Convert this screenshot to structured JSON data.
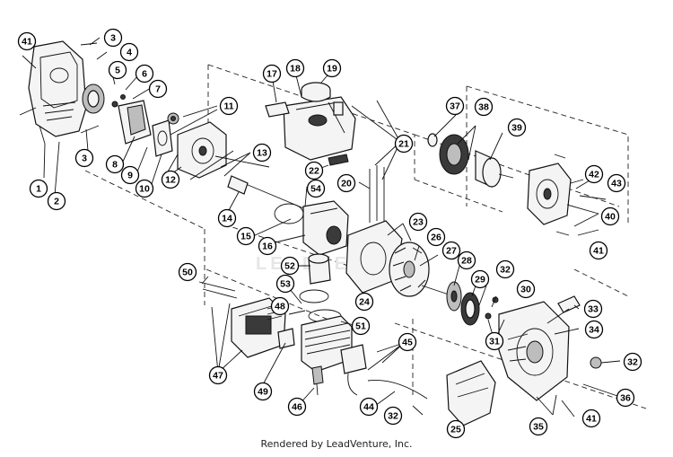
{
  "footer": {
    "credit": "Rendered by LeadVenture, Inc."
  },
  "watermark": {
    "text": "LEADVENTURE"
  },
  "callouts": [
    {
      "id": "c41a",
      "label": "41"
    },
    {
      "id": "c3a",
      "label": "3"
    },
    {
      "id": "c4",
      "label": "4"
    },
    {
      "id": "c5",
      "label": "5"
    },
    {
      "id": "c6",
      "label": "6"
    },
    {
      "id": "c7",
      "label": "7"
    },
    {
      "id": "c3b",
      "label": "3"
    },
    {
      "id": "c1",
      "label": "1"
    },
    {
      "id": "c2",
      "label": "2"
    },
    {
      "id": "c8",
      "label": "8"
    },
    {
      "id": "c9",
      "label": "9"
    },
    {
      "id": "c10",
      "label": "10"
    },
    {
      "id": "c11",
      "label": "11"
    },
    {
      "id": "c12",
      "label": "12"
    },
    {
      "id": "c13",
      "label": "13"
    },
    {
      "id": "c14",
      "label": "14"
    },
    {
      "id": "c15",
      "label": "15"
    },
    {
      "id": "c16",
      "label": "16"
    },
    {
      "id": "c17",
      "label": "17"
    },
    {
      "id": "c18",
      "label": "18"
    },
    {
      "id": "c19",
      "label": "19"
    },
    {
      "id": "c20",
      "label": "20"
    },
    {
      "id": "c21",
      "label": "21"
    },
    {
      "id": "c22",
      "label": "22"
    },
    {
      "id": "c23",
      "label": "23"
    },
    {
      "id": "c24",
      "label": "24"
    },
    {
      "id": "c25",
      "label": "25"
    },
    {
      "id": "c26",
      "label": "26"
    },
    {
      "id": "c27",
      "label": "27"
    },
    {
      "id": "c28",
      "label": "28"
    },
    {
      "id": "c29",
      "label": "29"
    },
    {
      "id": "c30",
      "label": "30"
    },
    {
      "id": "c31",
      "label": "31"
    },
    {
      "id": "c32a",
      "label": "32"
    },
    {
      "id": "c32b",
      "label": "32"
    },
    {
      "id": "c32c",
      "label": "32"
    },
    {
      "id": "c33",
      "label": "33"
    },
    {
      "id": "c34",
      "label": "34"
    },
    {
      "id": "c35",
      "label": "35"
    },
    {
      "id": "c36",
      "label": "36"
    },
    {
      "id": "c37",
      "label": "37"
    },
    {
      "id": "c38",
      "label": "38"
    },
    {
      "id": "c39",
      "label": "39"
    },
    {
      "id": "c40",
      "label": "40"
    },
    {
      "id": "c41b",
      "label": "41"
    },
    {
      "id": "c41c",
      "label": "41"
    },
    {
      "id": "c42",
      "label": "42"
    },
    {
      "id": "c43",
      "label": "43"
    },
    {
      "id": "c44",
      "label": "44"
    },
    {
      "id": "c45",
      "label": "45"
    },
    {
      "id": "c46",
      "label": "46"
    },
    {
      "id": "c47",
      "label": "47"
    },
    {
      "id": "c48",
      "label": "48"
    },
    {
      "id": "c49",
      "label": "49"
    },
    {
      "id": "c50",
      "label": "50"
    },
    {
      "id": "c51",
      "label": "51"
    },
    {
      "id": "c52",
      "label": "52"
    },
    {
      "id": "c53",
      "label": "53"
    },
    {
      "id": "c54",
      "label": "54"
    }
  ]
}
